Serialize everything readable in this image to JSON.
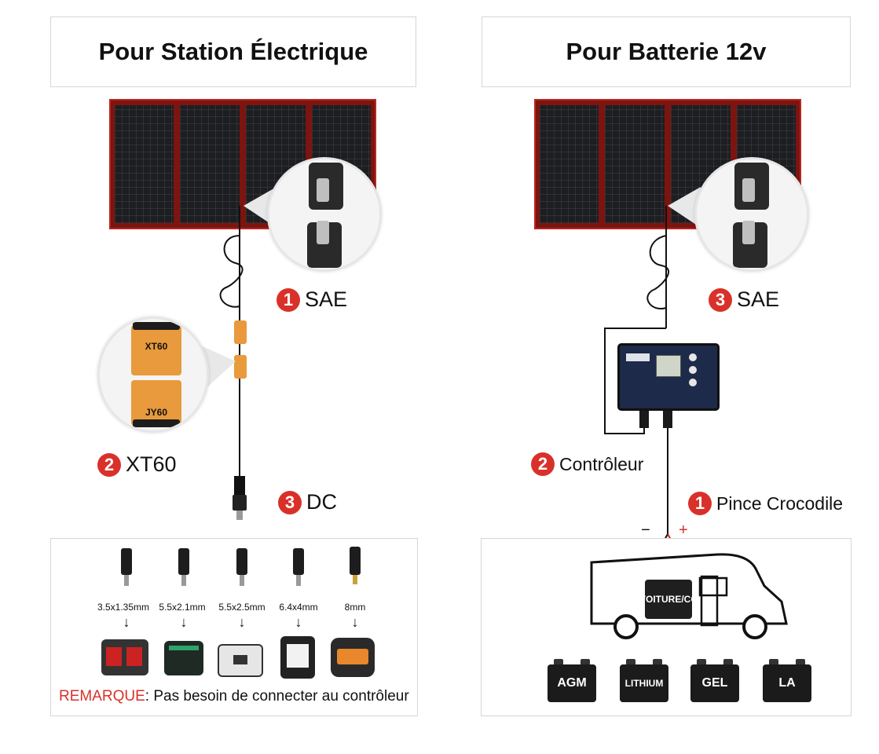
{
  "left": {
    "title": "Pour Station Électrique",
    "steps": [
      {
        "num": "1",
        "label": "SAE"
      },
      {
        "num": "2",
        "label": "XT60"
      },
      {
        "num": "3",
        "label": "DC"
      }
    ],
    "xt60": {
      "top_label": "XT60",
      "bottom_label": "JY60"
    },
    "tips": [
      "3.5x1.35mm",
      "5.5x2.1mm",
      "5.5x2.5mm",
      "6.4x4mm",
      "8mm"
    ],
    "remark_key": "REMARQUE",
    "remark_text": ": Pas besoin de connecter au contrôleur"
  },
  "right": {
    "title": "Pour Batterie 12v",
    "steps": [
      {
        "num": "3",
        "label": "SAE"
      },
      {
        "num": "2",
        "label": "Contrôleur"
      },
      {
        "num": "1",
        "label": "Pince Crocodile"
      }
    ],
    "polarity_minus": "−",
    "polarity_plus": "+",
    "vehicle_battery_label": "VOITURE/CC",
    "battery_types": [
      "AGM",
      "LITHIUM",
      "GEL",
      "LA"
    ],
    "arrow_glyph": "↓"
  },
  "colors": {
    "accent_red": "#d9312a",
    "panel_frame": "#b8271f",
    "xt60_orange": "#e89a3c"
  }
}
